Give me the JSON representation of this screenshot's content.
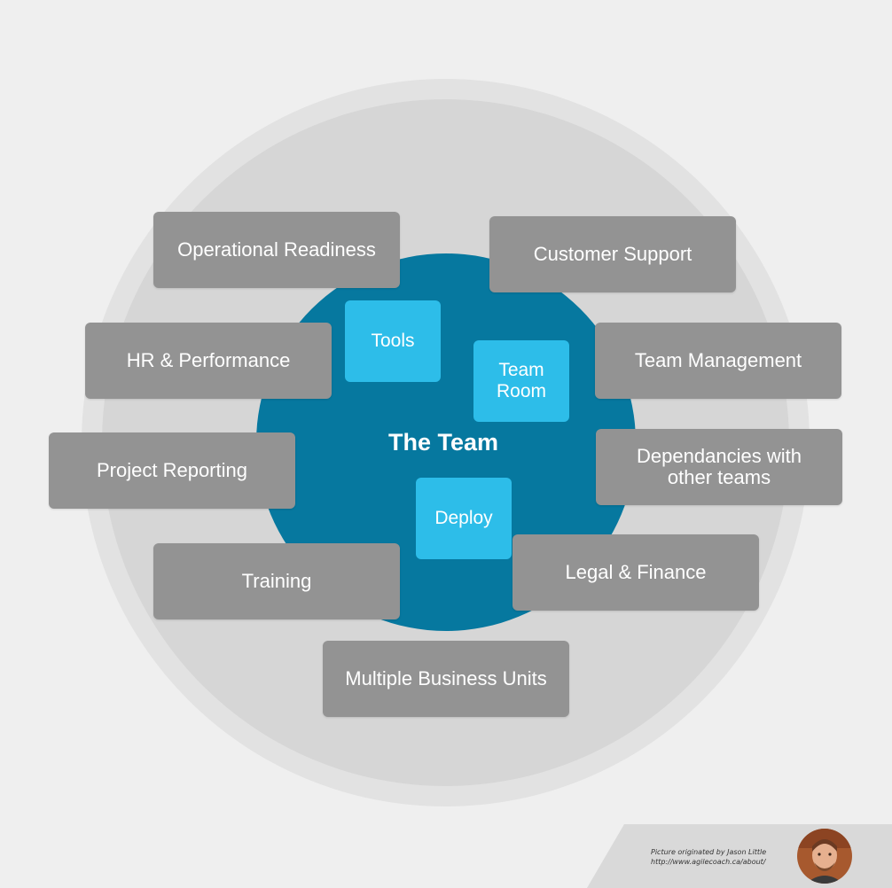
{
  "diagram": {
    "center": {
      "label": "The Team"
    },
    "inner_items": [
      {
        "label": "Tools"
      },
      {
        "label": "Team\nRoom"
      },
      {
        "label": "Deploy"
      }
    ],
    "outer_items": [
      {
        "label": "Operational Readiness"
      },
      {
        "label": "Customer Support"
      },
      {
        "label": "HR & Performance"
      },
      {
        "label": "Team Management"
      },
      {
        "label": "Project Reporting"
      },
      {
        "label": "Dependancies with\nother teams"
      },
      {
        "label": "Training"
      },
      {
        "label": "Legal & Finance"
      },
      {
        "label": "Multiple Business Units"
      }
    ]
  },
  "credit": {
    "line1": "Picture originated by Jason Little",
    "line2": "http://www.agilecoach.ca/about/"
  },
  "colors": {
    "background": "#efefef",
    "ring_outer": "#e2e2e2",
    "ring_inner": "#d6d6d6",
    "core": "#06789f",
    "inner_tile": "#2dbde9",
    "outer_box": "#939393"
  }
}
